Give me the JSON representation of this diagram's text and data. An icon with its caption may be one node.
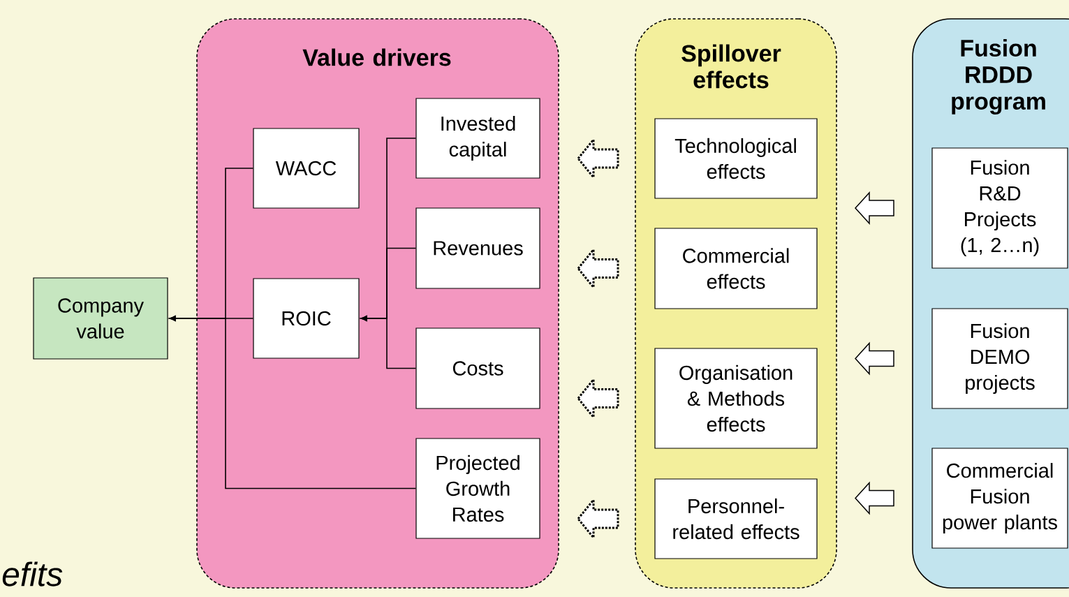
{
  "diagram": {
    "nodes": [
      {
        "text": [
          "Company value"
        ]
      },
      {
        "text": [
          "Value drivers"
        ]
      },
      {
        "text": [
          "WACC"
        ],
        "in": 1
      },
      {
        "text": [
          "ROIC"
        ],
        "in": 1
      },
      {
        "text": [
          "Invested capital"
        ],
        "in": 1
      },
      {
        "text": [
          "Revenues"
        ],
        "in": 1
      },
      {
        "text": [
          "Costs"
        ],
        "in": 1
      },
      {
        "text": [
          "Projected Growth Rates"
        ],
        "in": 1
      },
      {
        "text": [
          "Spillover effects"
        ]
      },
      {
        "text": [
          "Technological effects"
        ],
        "in": 8
      },
      {
        "text": [
          "Commercial effects"
        ],
        "in": 8
      },
      {
        "text": [
          "Organisation & Methods effects"
        ],
        "in": 8
      },
      {
        "text": [
          "Personnel-related effects"
        ],
        "in": 8
      },
      {
        "text": [
          "Fusion RDDD program"
        ]
      },
      {
        "text": [
          "Fusion R&D Projects (1, 2…n)"
        ],
        "in": 13
      },
      {
        "text": [
          "Fusion DEMO projects"
        ],
        "in": 13
      },
      {
        "text": [
          "Commercial Fusion power plants"
        ],
        "in": 13
      }
    ],
    "edges": [
      {
        "from": 2,
        "to": 0,
        "arrow": "to"
      },
      {
        "from": 3,
        "to": 0,
        "arrow": "to"
      },
      {
        "from": 7,
        "to": 0,
        "arrow": "to"
      },
      {
        "from": 4,
        "to": 3,
        "arrow": "to"
      },
      {
        "from": 5,
        "to": 3,
        "arrow": "to"
      },
      {
        "from": 6,
        "to": 3,
        "arrow": "to"
      },
      {
        "from": 9,
        "to": 1,
        "arrow": "to",
        "style": "dashed"
      },
      {
        "from": 10,
        "to": 1,
        "arrow": "to",
        "style": "dashed"
      },
      {
        "from": 11,
        "to": 1,
        "arrow": "to",
        "style": "dashed"
      },
      {
        "from": 12,
        "to": 1,
        "arrow": "to",
        "style": "dashed"
      },
      {
        "from": 14,
        "to": 8,
        "arrow": "to"
      },
      {
        "from": 15,
        "to": 8,
        "arrow": "to"
      },
      {
        "from": 16,
        "to": 8,
        "arrow": "to"
      }
    ],
    "labels": [
      "efits"
    ]
  }
}
